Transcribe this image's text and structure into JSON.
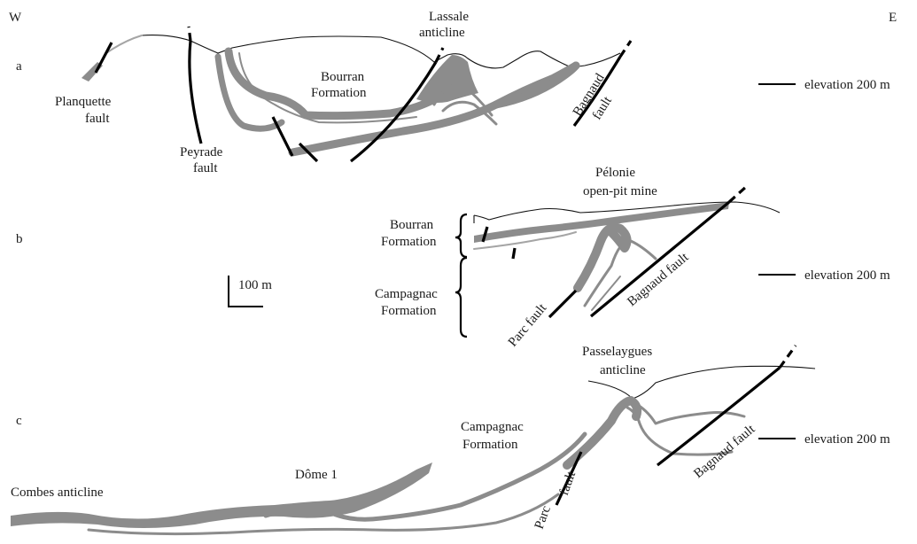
{
  "orientation": {
    "west": "W",
    "east": "E"
  },
  "panels": [
    {
      "letter": "a",
      "elevation_label": "elevation 200 m",
      "labels": {
        "planquette_1": "Planquette",
        "planquette_2": "fault",
        "peyrade_1": "Peyrade",
        "peyrade_2": "fault",
        "bourran_1": "Bourran",
        "bourran_2": "Formation",
        "lassale_1": "Lassale",
        "lassale_2": "anticline",
        "bagnaud_1": "Bagnaud",
        "bagnaud_2": "fault"
      }
    },
    {
      "letter": "b",
      "elevation_label": "elevation 200 m",
      "labels": {
        "pelonie_1": "Pélonie",
        "pelonie_2": "open-pit mine",
        "bourran_1": "Bourran",
        "bourran_2": "Formation",
        "campagnac_1": "Campagnac",
        "campagnac_2": "Formation",
        "parc": "Parc fault",
        "bagnaud": "Bagnaud fault"
      }
    },
    {
      "letter": "c",
      "elevation_label": "elevation 200 m",
      "labels": {
        "passelaygues_1": "Passelaygues",
        "passelaygues_2": "anticline",
        "campagnac_1": "Campagnac",
        "campagnac_2": "Formation",
        "dome": "Dôme 1",
        "combes": "Combes anticline",
        "parc_1": "Parc",
        "parc_2": "fault",
        "bagnaud": "Bagnaud fault"
      }
    }
  ],
  "scale_bar": {
    "label": "100 m"
  },
  "colors": {
    "strata": "#8c8c8c",
    "faults": "#000000",
    "topography": "#111111"
  }
}
